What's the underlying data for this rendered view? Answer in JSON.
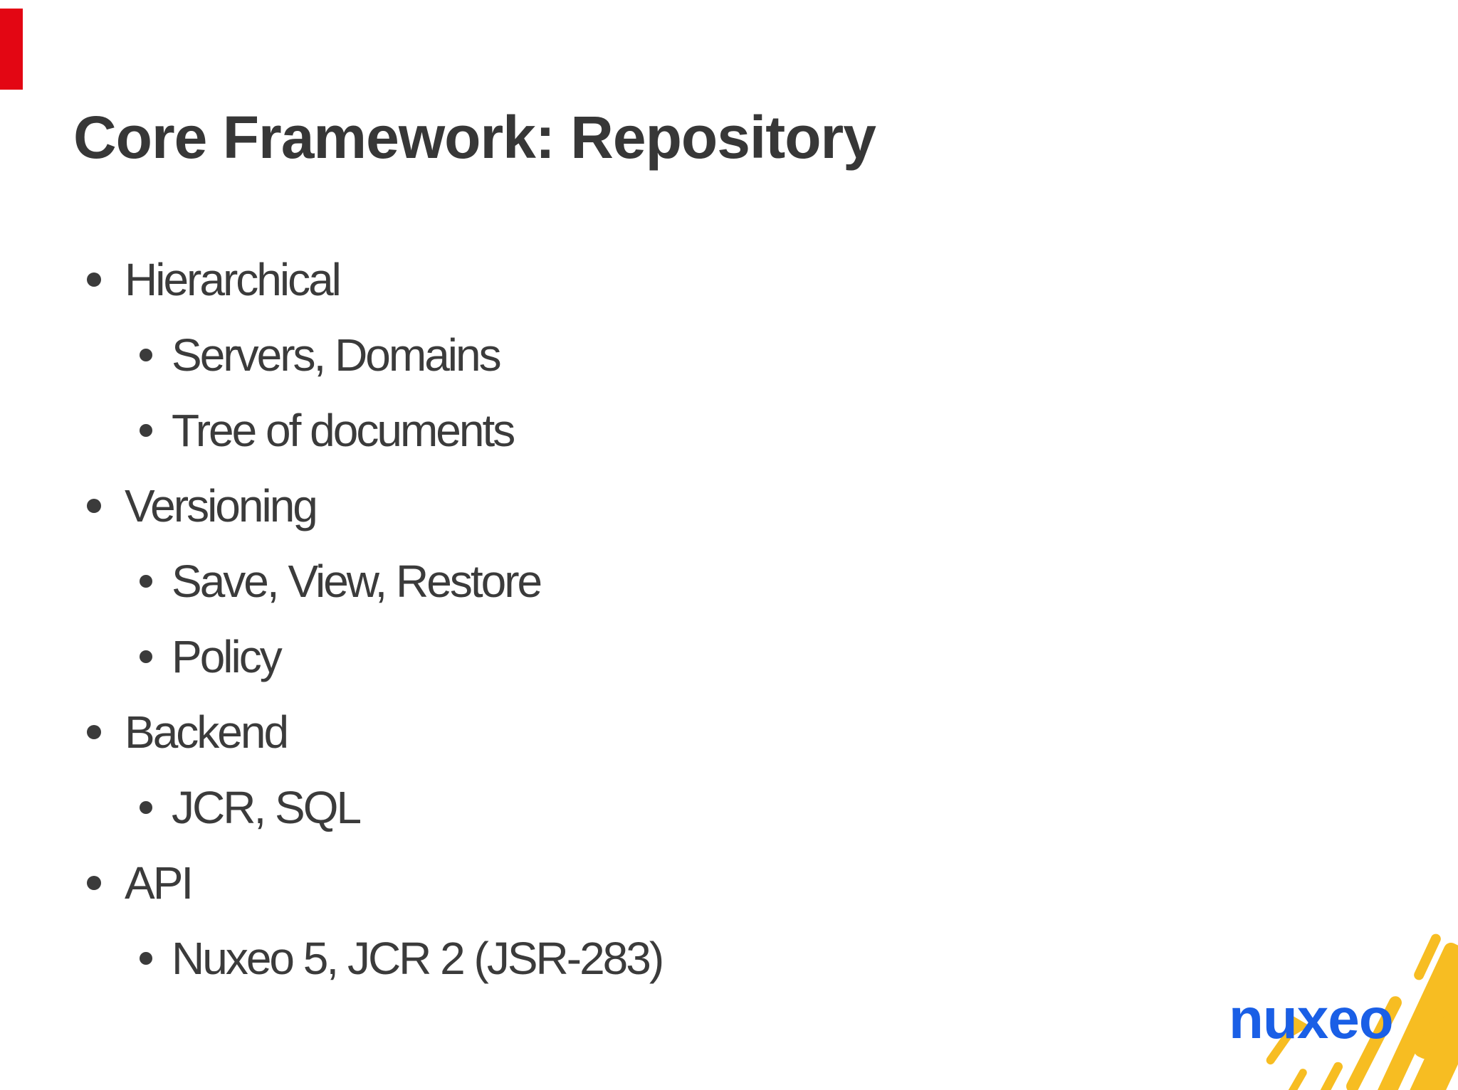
{
  "slide": {
    "title": "Core Framework: Repository",
    "bullets": [
      {
        "level": 1,
        "text": "Hierarchical"
      },
      {
        "level": 2,
        "text": "Servers, Domains"
      },
      {
        "level": 2,
        "text": "Tree of documents"
      },
      {
        "level": 1,
        "text": "Versioning"
      },
      {
        "level": 2,
        "text": "Save, View, Restore"
      },
      {
        "level": 2,
        "text": "Policy"
      },
      {
        "level": 1,
        "text": "Backend"
      },
      {
        "level": 2,
        "text": "JCR, SQL"
      },
      {
        "level": 1,
        "text": "API"
      },
      {
        "level": 2,
        "text": "Nuxeo 5, JCR 2 (JSR-283)"
      }
    ],
    "logo_text": "nuxeo",
    "colors": {
      "background": "#ffffff",
      "title_text": "#373737",
      "body_text": "#3b3b3b",
      "accent_red": "#e30613",
      "logo_blue": "#1a5fe6",
      "brush_yellow": "#f7bd22"
    }
  }
}
